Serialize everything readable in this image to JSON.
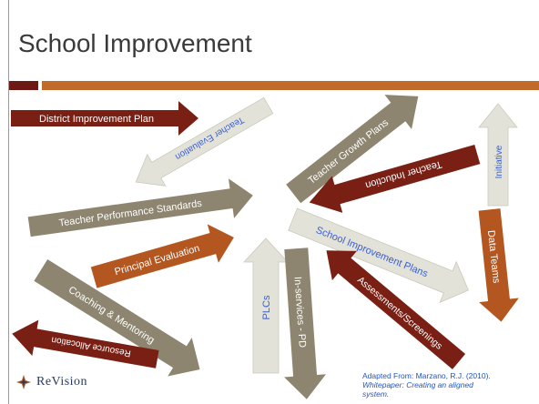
{
  "slide": {
    "title": "School Improvement"
  },
  "colors": {
    "maroon": "#7a1f14",
    "orange": "#b3561f",
    "olive": "#8d8570",
    "pale": "#e2e2d9",
    "pale_text": "#3b5fd0",
    "accent_bar": "#c06a2c",
    "accent_bar_dark": "#6e1a14"
  },
  "arrows": [
    {
      "id": "district-improvement-plan",
      "label": "District Improvement Plan"
    },
    {
      "id": "teacher-evaluation",
      "label": "Teacher Evaluation"
    },
    {
      "id": "teacher-growth-plans",
      "label": "Teacher Growth Plans"
    },
    {
      "id": "teacher-performance-standards",
      "label": "Teacher Performance Standards"
    },
    {
      "id": "teacher-induction",
      "label": "Teacher Induction"
    },
    {
      "id": "initiative",
      "label": "Initiative"
    },
    {
      "id": "principal-evaluation",
      "label": "Principal Evaluation"
    },
    {
      "id": "school-improvement-plans",
      "label": "School Improvement Plans"
    },
    {
      "id": "data-teams",
      "label": "Data Teams"
    },
    {
      "id": "coaching-mentoring",
      "label": "Coaching & Mentoring"
    },
    {
      "id": "plcs",
      "label": "PLCs"
    },
    {
      "id": "in-services-pd",
      "label": "In-services - PD"
    },
    {
      "id": "assessments-screenings",
      "label": "Assessments/Screenings"
    },
    {
      "id": "resource-allocation",
      "label": "Resource Allocation"
    }
  ],
  "logo": {
    "text": "ReVision",
    "icon": "revision-logo-icon"
  },
  "citation": {
    "line1": "Adapted From: Marzano, R.J. (2010).",
    "line2": "Whitepaper:  Creating an aligned",
    "line3": "system."
  }
}
